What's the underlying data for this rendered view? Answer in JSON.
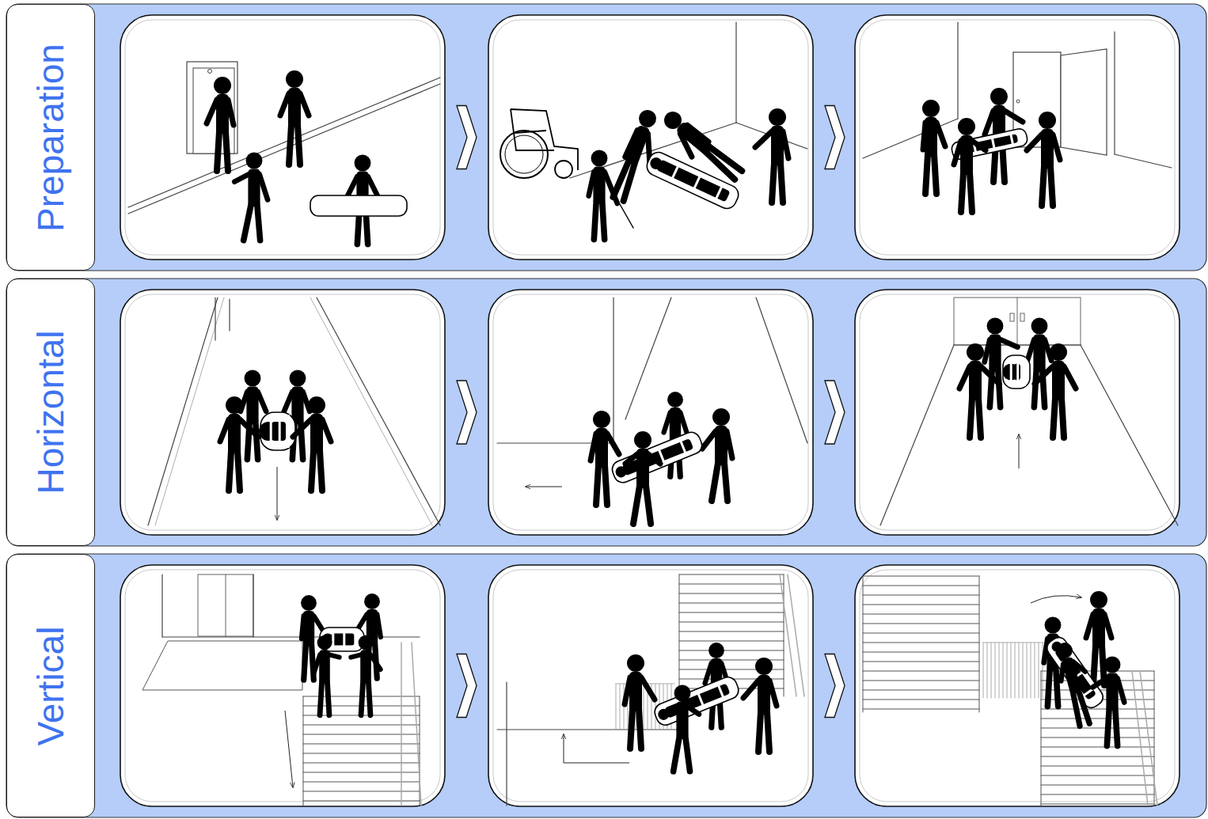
{
  "diagram": {
    "nodes": [
      {
        "text": [
          "Preparation"
        ]
      },
      {
        "text": [
          "Horizontal"
        ]
      },
      {
        "text": [
          "Vertical"
        ]
      }
    ]
  }
}
